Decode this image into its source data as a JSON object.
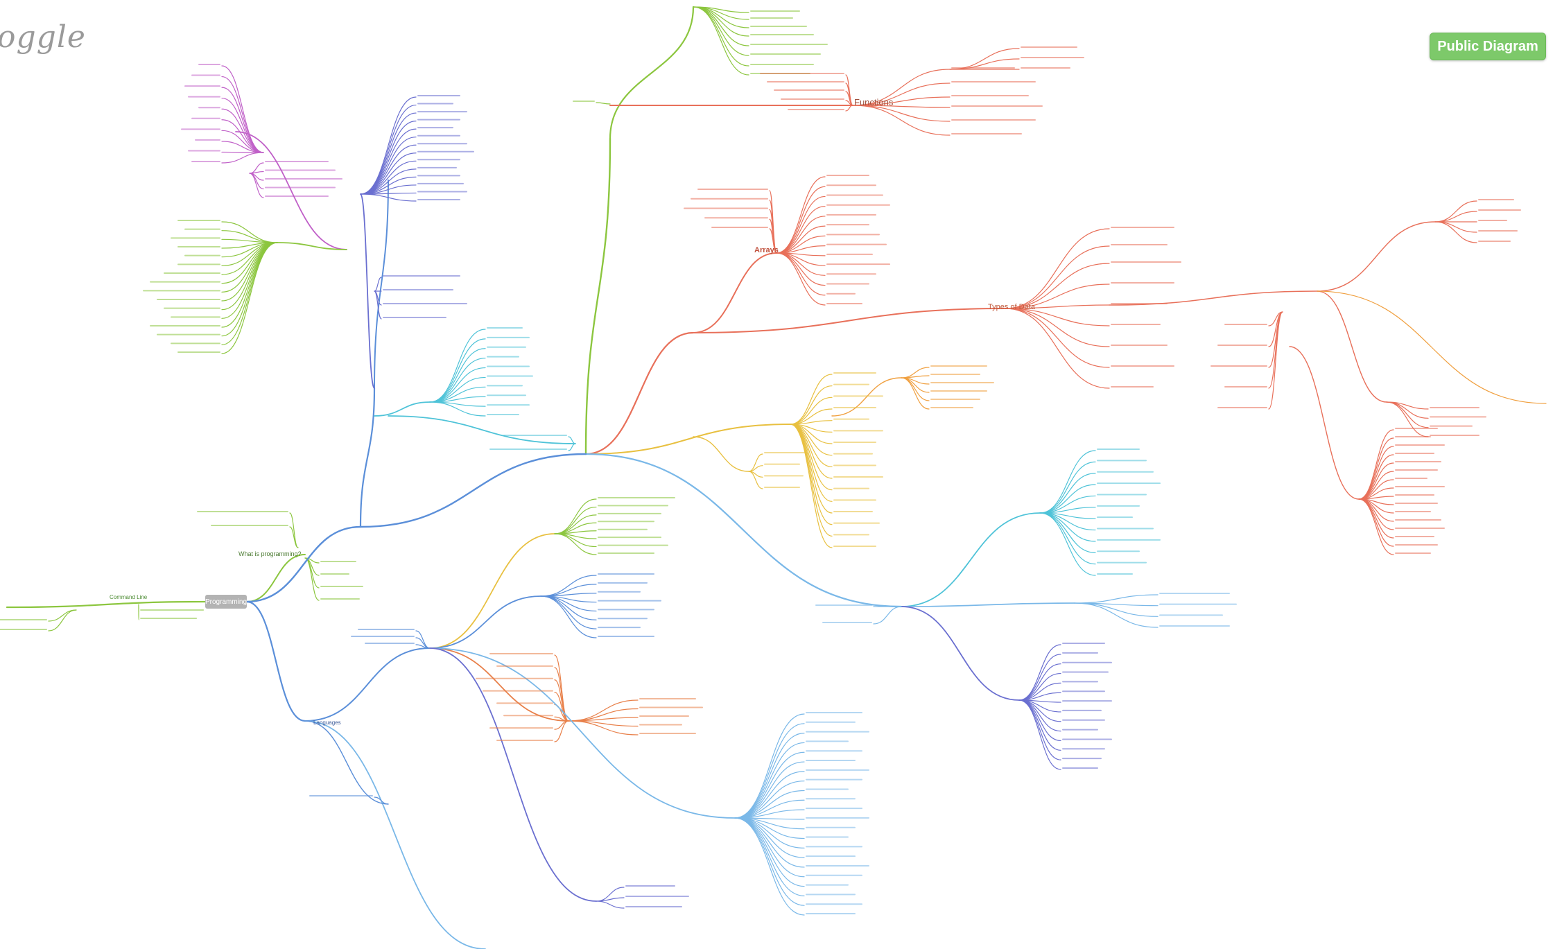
{
  "app": {
    "logo_text": "oggle"
  },
  "toolbar": {
    "public_diagram_label": "Public Diagram"
  },
  "root": {
    "label": "Programming"
  },
  "nodes": {
    "functions": "Functions",
    "arrays": "Arrays",
    "types_of_data": "Types of Data",
    "what_is_programming": "What is programming?",
    "command_line": "Command Line",
    "languages": "Languages"
  },
  "colors": {
    "green": "#8cc63f",
    "light_green": "#a6d96a",
    "salmon": "#e8705a",
    "purple": "#c060c8",
    "blue": "#5b8fd9",
    "cyan": "#4fc3d8",
    "yellow": "#e8c040",
    "orange": "#f0a040",
    "orange_red": "#e8804a",
    "light_blue": "#7ab8e8",
    "indigo": "#6a6fd0",
    "button_green": "#7dc96a"
  }
}
